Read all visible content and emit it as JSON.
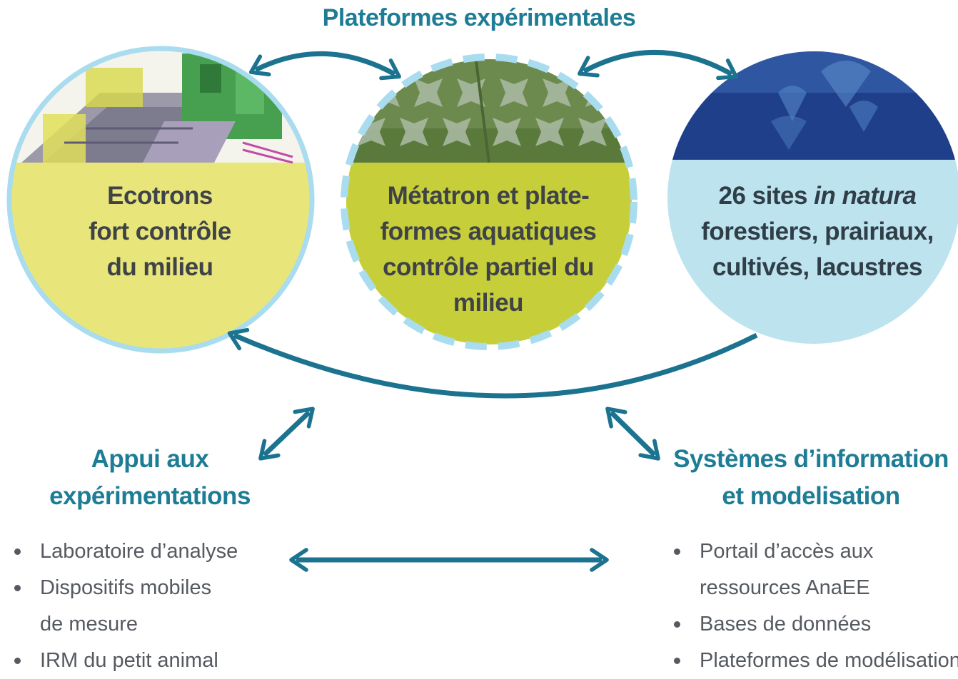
{
  "title": "Plateformes expérimentales",
  "colors": {
    "accent": "#1e7d95",
    "circle_yellow": "#e8e67a",
    "circle_lime": "#c6cf3a",
    "circle_blue": "#bde3ef",
    "ring_blue": "#a9dcef"
  },
  "circles": {
    "ecotrons": {
      "lines": [
        "Ecotrons",
        "fort contrôle",
        "du milieu"
      ]
    },
    "metatron": {
      "lines": [
        "Métatron et plate-",
        "formes aquatiques",
        "contrôle partiel du",
        "milieu"
      ]
    },
    "sites": {
      "prefix": "26 sites ",
      "italic": "in natura",
      "lines": [
        "forestiers, prairiaux,",
        "cultivés, lacustres"
      ]
    }
  },
  "appui": {
    "title": [
      "Appui aux",
      "expérimentations"
    ],
    "items": [
      "Laboratoire d’analyse",
      "Dispositifs mobiles",
      "de mesure",
      "IRM du petit animal"
    ]
  },
  "systemes": {
    "title": [
      "Systèmes d’information",
      "et modelisation"
    ],
    "items": [
      "Portail d’accès aux",
      "ressources AnaEE",
      "Bases de données",
      "Plateformes de modélisation"
    ]
  }
}
